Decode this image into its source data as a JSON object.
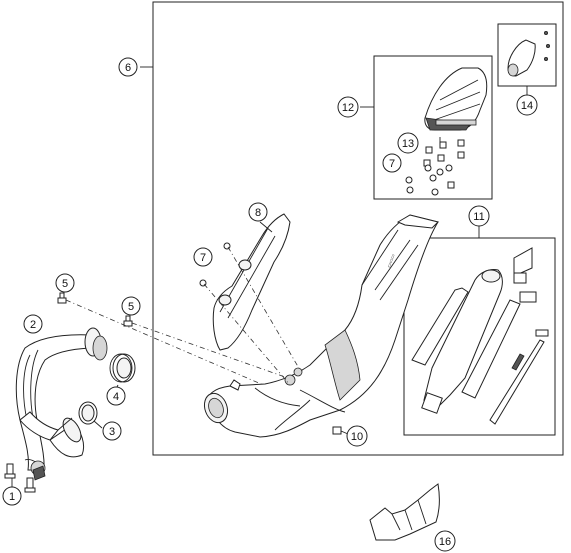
{
  "callouts": {
    "c1": "1",
    "c2": "2",
    "c3": "3",
    "c4": "4",
    "c5a": "5",
    "c5b": "5",
    "c6": "6",
    "c7a": "7",
    "c7b": "7",
    "c8": "8",
    "c10": "10",
    "c11": "11",
    "c12": "12",
    "c13": "13",
    "c14": "14",
    "c16": "16"
  },
  "icons": {
    "screw": "screw-icon",
    "clamp": "clamp-ring-icon",
    "pipe": "exhaust-pipe-icon",
    "muffler": "silencer-icon"
  }
}
